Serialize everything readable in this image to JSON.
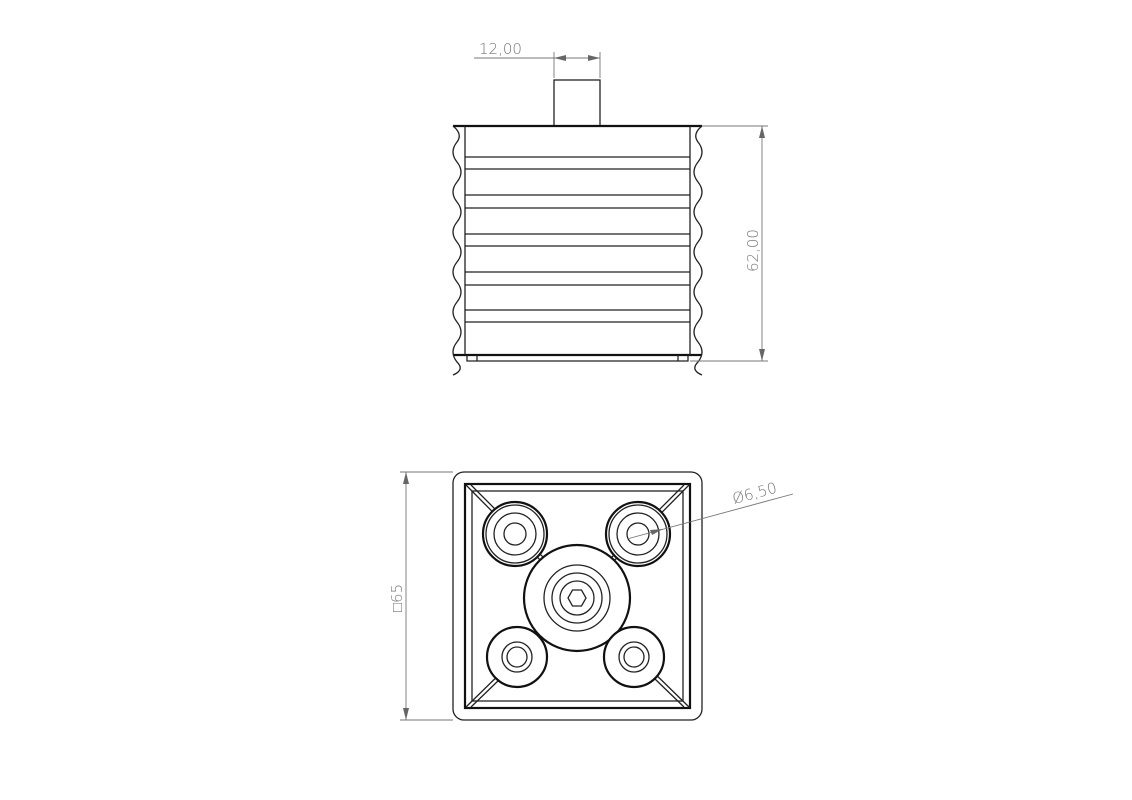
{
  "drawing": {
    "front_view": {
      "stem_width_dim": "12,00",
      "height_dim": "62,00"
    },
    "bottom_view": {
      "square_size_dim": "□65",
      "hole_diameter_dim": "Ø6,50"
    }
  }
}
